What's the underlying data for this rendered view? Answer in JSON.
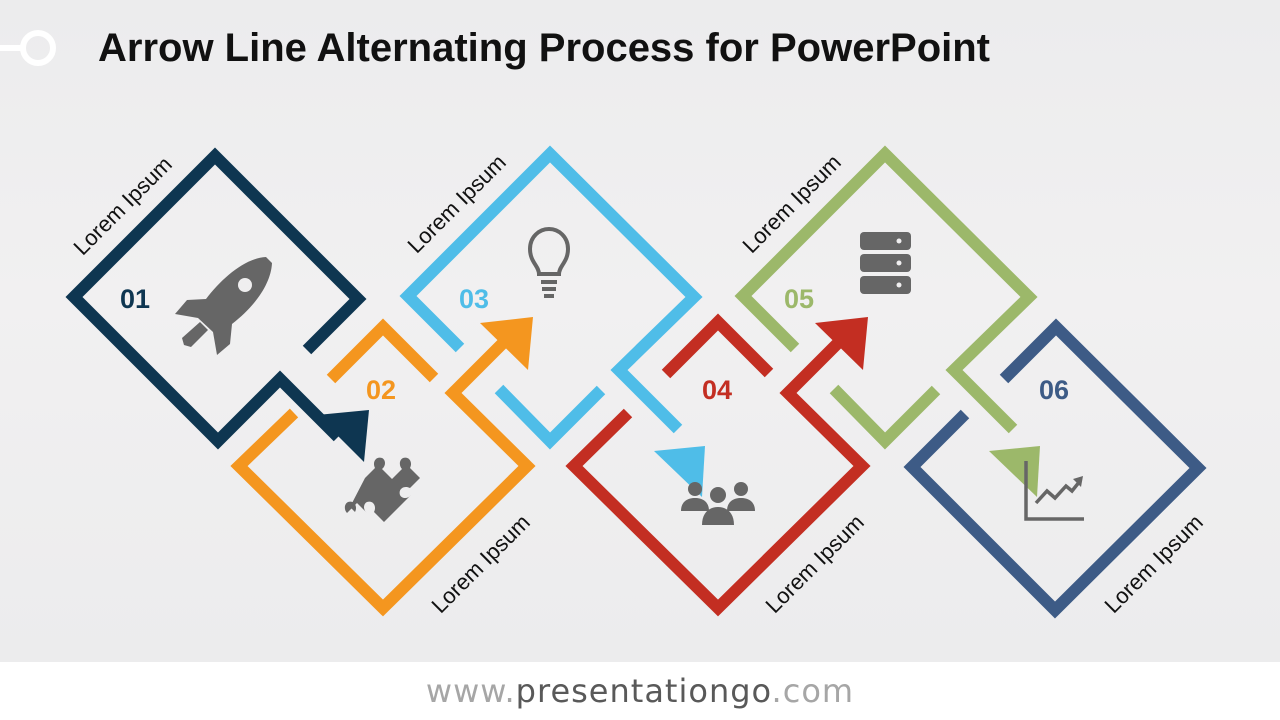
{
  "title": "Arrow Line Alternating Process for PowerPoint",
  "steps": [
    {
      "number": "01",
      "label": "Lorem Ipsum",
      "color": "#0e3651",
      "icon": "rocket-icon"
    },
    {
      "number": "02",
      "label": "Lorem Ipsum",
      "color": "#f4961f",
      "icon": "puzzle-icon"
    },
    {
      "number": "03",
      "label": "Lorem Ipsum",
      "color": "#4fbde8",
      "icon": "lightbulb-icon"
    },
    {
      "number": "04",
      "label": "Lorem Ipsum",
      "color": "#c32e22",
      "icon": "team-icon"
    },
    {
      "number": "05",
      "label": "Lorem Ipsum",
      "color": "#9cb86a",
      "icon": "database-icon"
    },
    {
      "number": "06",
      "label": "Lorem Ipsum",
      "color": "#3d5b86",
      "icon": "line-chart-icon"
    }
  ],
  "icon_color": "#666666",
  "footer": {
    "prefix": "www.",
    "domain": "presentationgo",
    "suffix": ".com"
  }
}
